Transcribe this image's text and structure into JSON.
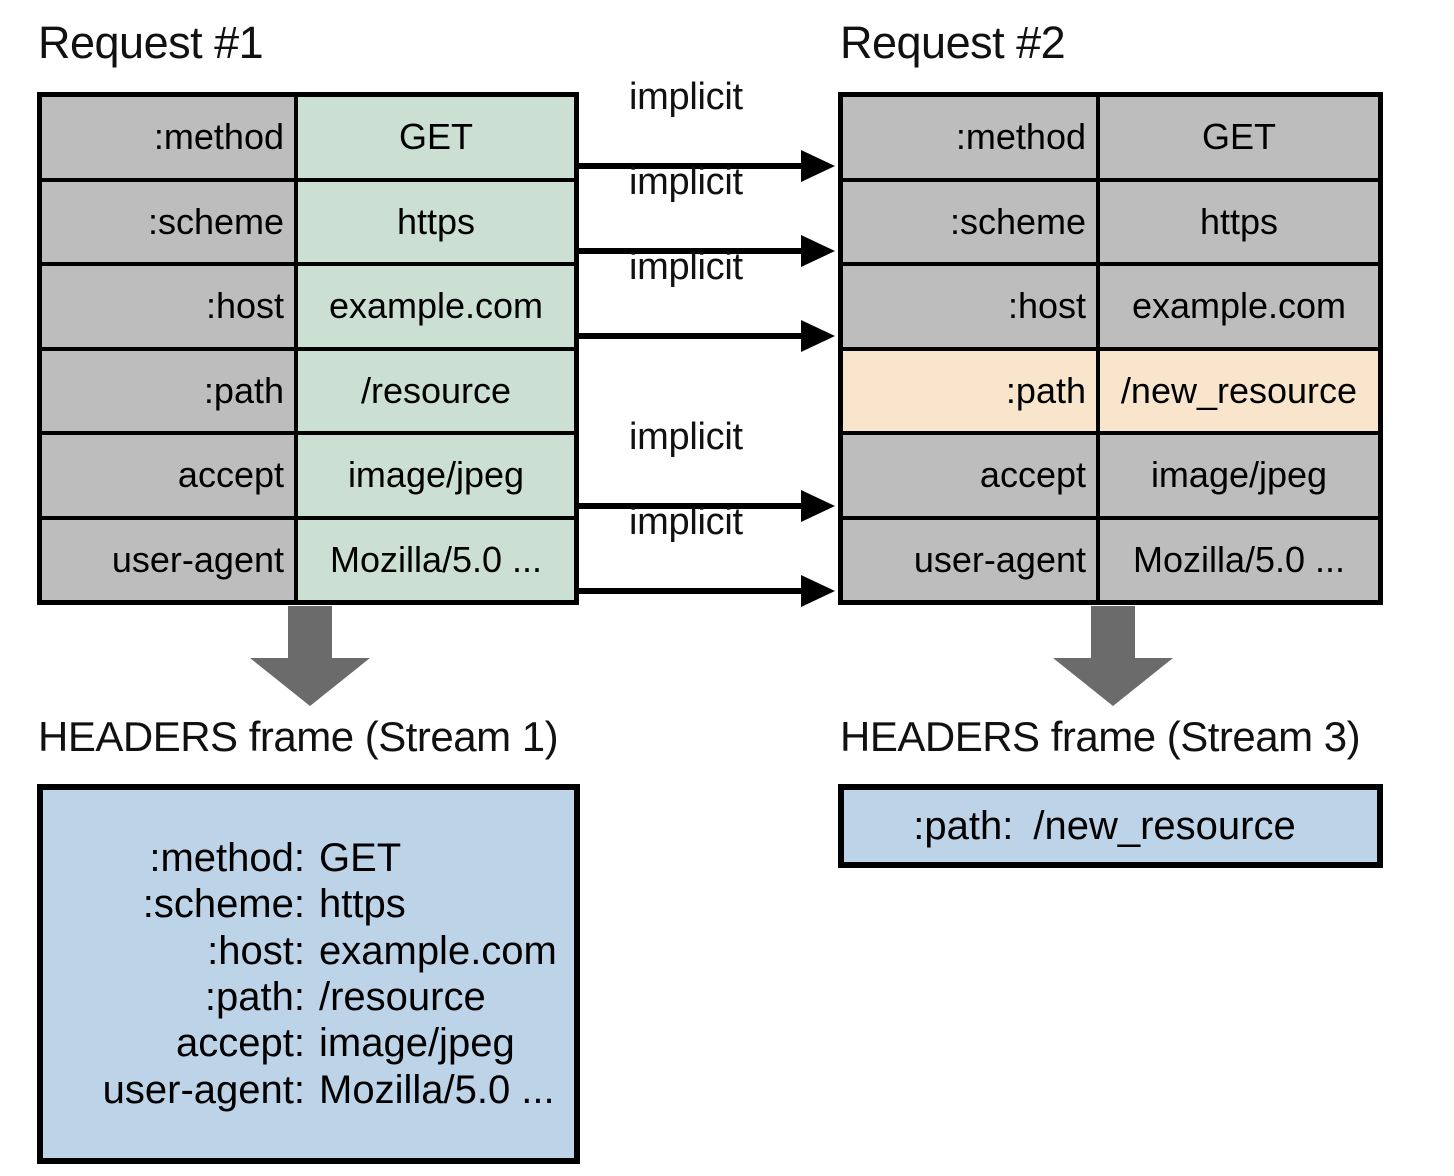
{
  "request1": {
    "title": "Request #1",
    "rows": [
      {
        "key": ":method",
        "value": "GET"
      },
      {
        "key": ":scheme",
        "value": "https"
      },
      {
        "key": ":host",
        "value": "example.com"
      },
      {
        "key": ":path",
        "value": "/resource"
      },
      {
        "key": "accept",
        "value": "image/jpeg"
      },
      {
        "key": "user-agent",
        "value": "Mozilla/5.0 ..."
      }
    ]
  },
  "request2": {
    "title": "Request #2",
    "rows": [
      {
        "key": ":method",
        "value": "GET",
        "highlight": false
      },
      {
        "key": ":scheme",
        "value": "https",
        "highlight": false
      },
      {
        "key": ":host",
        "value": "example.com",
        "highlight": false
      },
      {
        "key": ":path",
        "value": "/new_resource",
        "highlight": true
      },
      {
        "key": "accept",
        "value": "image/jpeg",
        "highlight": false
      },
      {
        "key": "user-agent",
        "value": "Mozilla/5.0 ...",
        "highlight": false
      }
    ]
  },
  "connectors": {
    "labels": [
      "implicit",
      "implicit",
      "implicit",
      "implicit",
      "implicit"
    ]
  },
  "frame1": {
    "title": "HEADERS frame (Stream 1)",
    "entries": [
      {
        "key": ":method:",
        "value": "GET"
      },
      {
        "key": ":scheme:",
        "value": "https"
      },
      {
        "key": ":host:",
        "value": "example.com"
      },
      {
        "key": ":path:",
        "value": "/resource"
      },
      {
        "key": "accept:",
        "value": "image/jpeg"
      },
      {
        "key": "user-agent:",
        "value": "Mozilla/5.0 ..."
      }
    ]
  },
  "frame2": {
    "title": "HEADERS frame (Stream 3)",
    "entries": [
      {
        "key": ":path:",
        "value": "/new_resource"
      }
    ]
  },
  "colors": {
    "gray_cell": "#bdbdbd",
    "green_cell": "#cbdfd2",
    "orange_highlight": "#f9e5cb",
    "blue_frame": "#bdd3e7",
    "arrow_gray": "#6b6b6b",
    "stroke": "#000000"
  }
}
